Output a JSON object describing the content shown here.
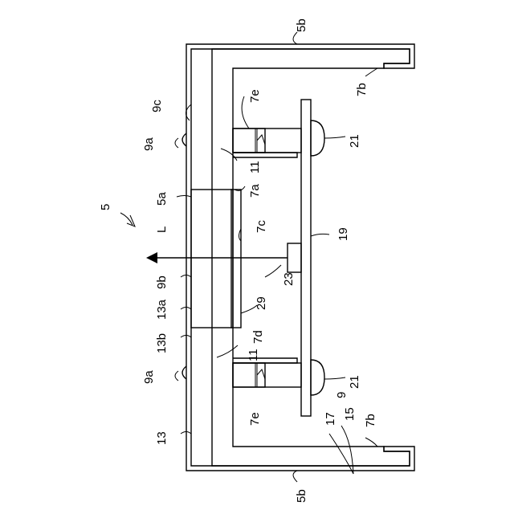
{
  "figure": {
    "labels": {
      "l_5": "5",
      "l_5a": "5a",
      "l_5b_top": "5b",
      "l_5b_bottom": "5b",
      "l_7a": "7a",
      "l_7b_top": "7b",
      "l_7b_bottom": "7b",
      "l_7c": "7c",
      "l_7d": "7d",
      "l_7e_top": "7e",
      "l_7e_bottom": "7e",
      "l_9": "9",
      "l_9a_top": "9a",
      "l_9a_bottom": "9a",
      "l_9b": "9b",
      "l_9c": "9c",
      "l_11_top": "11",
      "l_11_bottom": "11",
      "l_13": "13",
      "l_13a": "13a",
      "l_13b": "13b",
      "l_15": "15",
      "l_17": "17",
      "l_19": "19",
      "l_21_top": "21",
      "l_21_bottom": "21",
      "l_23": "23",
      "l_29": "29",
      "l_L": "L"
    }
  }
}
